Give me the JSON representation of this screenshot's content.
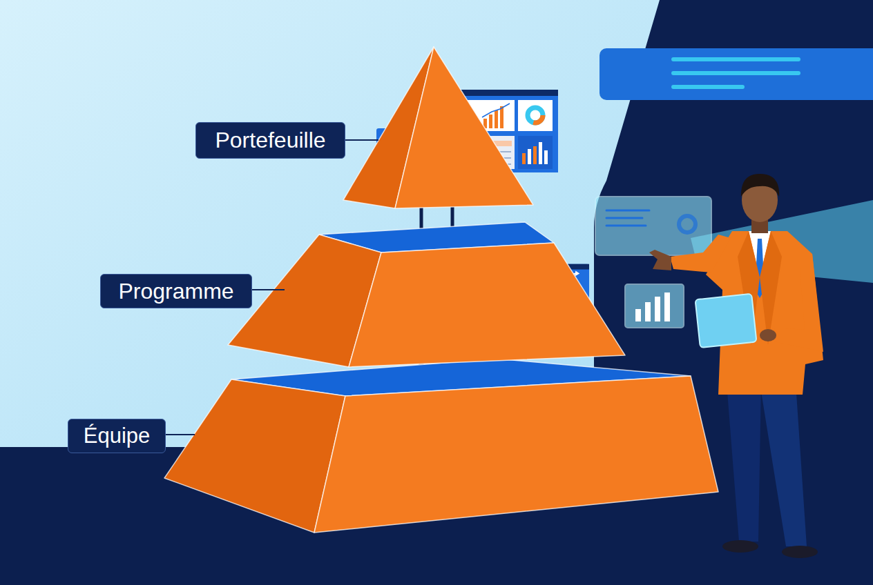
{
  "diagram": {
    "nodes": [
      {
        "text": [
          "Portefeuille"
        ]
      },
      {
        "text": [
          "Programme"
        ]
      },
      {
        "text": [
          "Équipe"
        ]
      }
    ],
    "edges": [
      {
        "from": 0,
        "to": 1,
        "arrow": "both"
      },
      {
        "from": 0,
        "to": 1,
        "arrow": "both"
      },
      {
        "from": 1,
        "to": 2,
        "arrow": "both"
      },
      {
        "from": 1,
        "to": 2,
        "arrow": "both"
      }
    ]
  }
}
